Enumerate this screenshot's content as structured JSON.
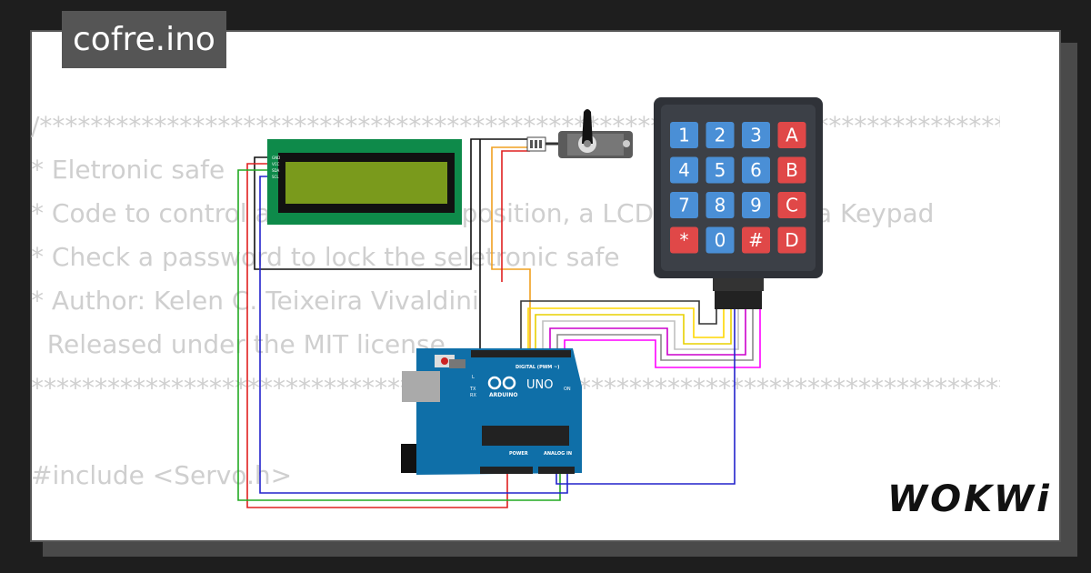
{
  "title": "cofre.ino",
  "brand": "WOKWi",
  "code_lines": [
    "/*******************************************************************************************",
    "* Eletronic safe",
    "* Code to control a servo motor's position, a LCD display and a Keypad",
    "* Check a password to lock the seletronic safe",
    "* Author: Kelen C. Teixeira Vivaldini",
    "  Released under the MIT license",
    "*******************************************************************************************",
    "",
    "#include <Servo.h>"
  ],
  "keypad": {
    "keys": [
      "1",
      "2",
      "3",
      "A",
      "4",
      "5",
      "6",
      "B",
      "7",
      "8",
      "9",
      "C",
      "*",
      "0",
      "#",
      "D"
    ]
  },
  "arduino": {
    "board_label": "UNO",
    "brand_label": "ARDUINO",
    "digital_label": "DIGITAL (PWM ~)",
    "power_label": "POWER",
    "analog_label": "ANALOG IN",
    "on_label": "ON",
    "tx_label": "TX",
    "rx_label": "RX",
    "l_label": "L"
  },
  "lcd": {
    "pins": [
      "GND",
      "VCC",
      "SDA",
      "SCL"
    ]
  },
  "colors": {
    "lcd_board": "#0e8a4a",
    "lcd_screen": "#7a9a1c",
    "arduino_board": "#0f6fa8",
    "keypad_body": "#2f3238",
    "key_blue": "#4a8fd6",
    "key_red": "#e04848"
  }
}
